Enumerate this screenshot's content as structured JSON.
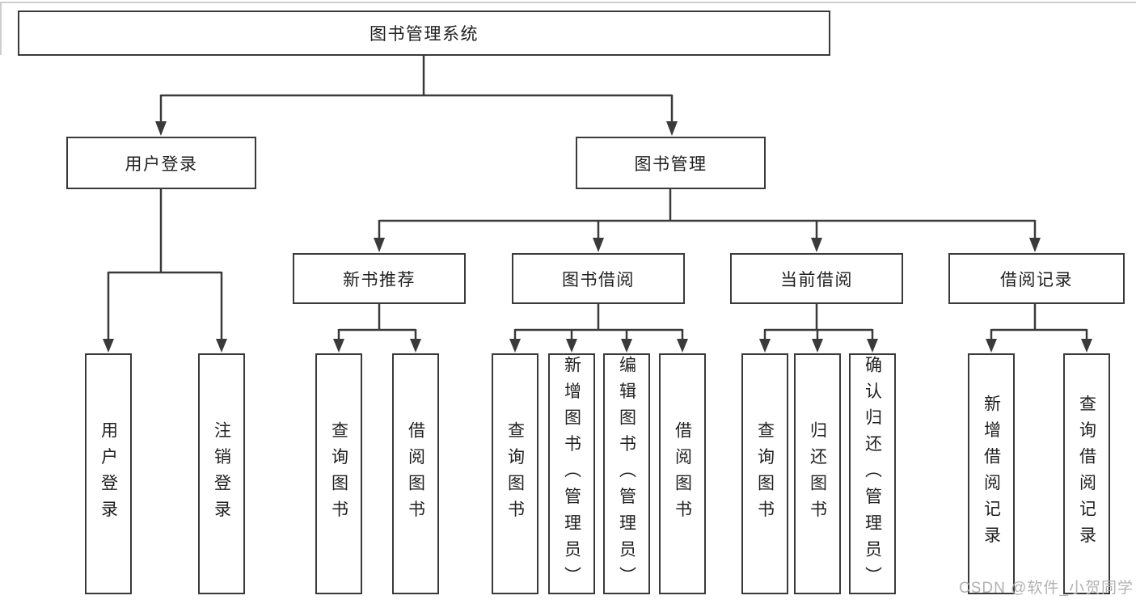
{
  "tree": {
    "root": "图书管理系统",
    "children": [
      {
        "label": "用户登录",
        "children": [
          "用户登录",
          "注销登录"
        ]
      },
      {
        "label": "图书管理",
        "children": [
          {
            "label": "新书推荐",
            "children": [
              "查询图书",
              "借阅图书"
            ]
          },
          {
            "label": "图书借阅",
            "children": [
              "查询图书",
              "新增图书（管理员）",
              "编辑图书（管理员）",
              "借阅图书"
            ]
          },
          {
            "label": "当前借阅",
            "children": [
              "查询图书",
              "归还图书",
              "确认归还（管理员）"
            ]
          },
          {
            "label": "借阅记录",
            "children": [
              "新增借阅记录",
              "查询借阅记录"
            ]
          }
        ]
      }
    ]
  },
  "watermark": "CSDN @软件_小贺同学",
  "colors": {
    "line": "#3a3a3a",
    "box_fill": "#ffffff",
    "text": "#1f1f1f",
    "watermark": "#b2b2b2",
    "background": "#ffffff"
  }
}
